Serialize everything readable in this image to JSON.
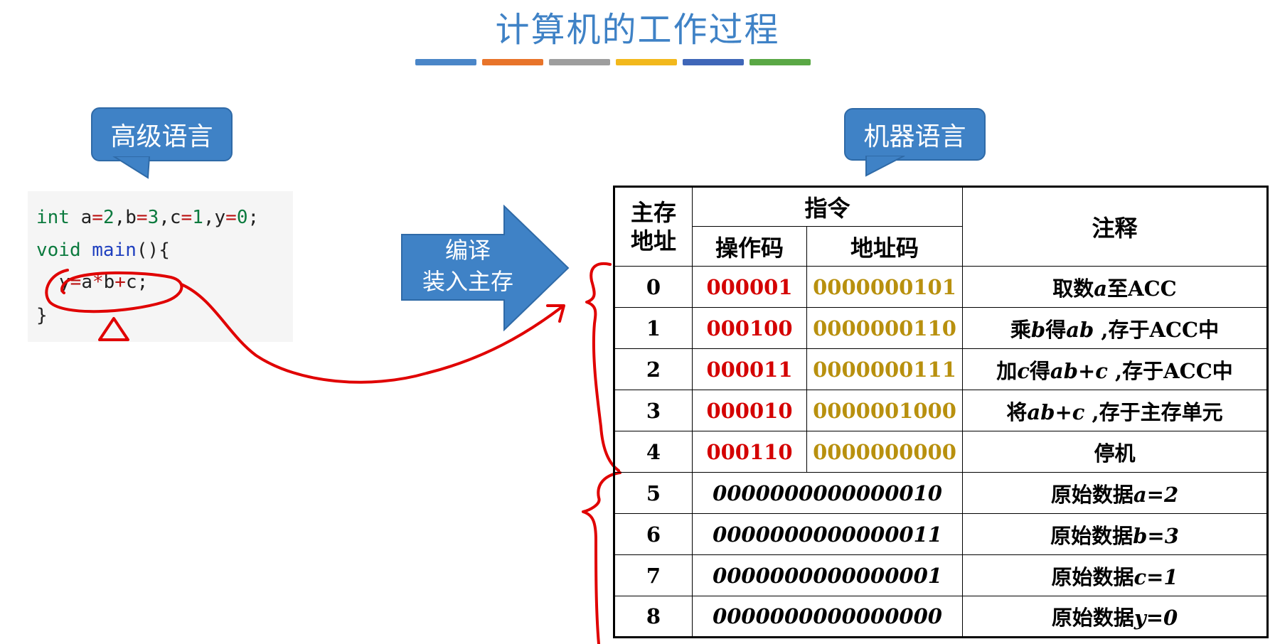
{
  "title": "计算机的工作过程",
  "bar_colors": [
    "#4a86c8",
    "#e8742a",
    "#9e9e9e",
    "#f2b81c",
    "#3f66b8",
    "#5aa845"
  ],
  "left_callout": "高级语言",
  "right_callout": "机器语言",
  "code": {
    "line1": {
      "kw": "int",
      "rest_a": " a",
      "eq1": "=",
      "n1": "2",
      "c1": ",b",
      "eq2": "=",
      "n2": "3",
      "c2": ",c",
      "eq3": "=",
      "n3": "1",
      "c3": ",y",
      "eq4": "=",
      "n4": "0",
      "end": ";"
    },
    "line2": {
      "kw": "void",
      "fn": " main",
      "rest": "(){"
    },
    "line3": {
      "y": "y",
      "eq": "=",
      "a": "a",
      "mul": "*",
      "b": "b",
      "plus": "+",
      "c": "c;"
    },
    "line4": "}"
  },
  "arrow": {
    "line1": "编译",
    "line2": "装入主存"
  },
  "table": {
    "header": {
      "address": "主存\n地址",
      "instruction": "指令",
      "comment": "注释",
      "opcode": "操作码",
      "addrcode": "地址码"
    },
    "instr_rows": [
      {
        "addr": "0",
        "op": "000001",
        "code": "0000000101",
        "note_a": "取数",
        "note_b": "a",
        "note_c": "至ACC"
      },
      {
        "addr": "1",
        "op": "000100",
        "code": "0000000110",
        "note_a": "乘",
        "note_b": "b",
        "note_c": "得",
        "note_d": "ab",
        "note_e": " ,存于ACC中"
      },
      {
        "addr": "2",
        "op": "000011",
        "code": "0000000111",
        "note_a": "加",
        "note_b": "c",
        "note_c": "得",
        "note_d": "ab+c",
        "note_e": " ,存于ACC中"
      },
      {
        "addr": "3",
        "op": "000010",
        "code": "0000001000",
        "note_a": "将",
        "note_b": "ab+c",
        "note_c": " ,存于主存单元"
      },
      {
        "addr": "4",
        "op": "000110",
        "code": "0000000000",
        "note_a": "停机"
      }
    ],
    "data_rows": [
      {
        "addr": "5",
        "value": "0000000000000010",
        "note": "原始数据",
        "var": "a=2"
      },
      {
        "addr": "6",
        "value": "0000000000000011",
        "note": "原始数据",
        "var": "b=3"
      },
      {
        "addr": "7",
        "value": "0000000000000001",
        "note": "原始数据",
        "var": "c=1"
      },
      {
        "addr": "8",
        "value": "0000000000000000",
        "note": "原始数据",
        "var": "y=0"
      }
    ]
  }
}
